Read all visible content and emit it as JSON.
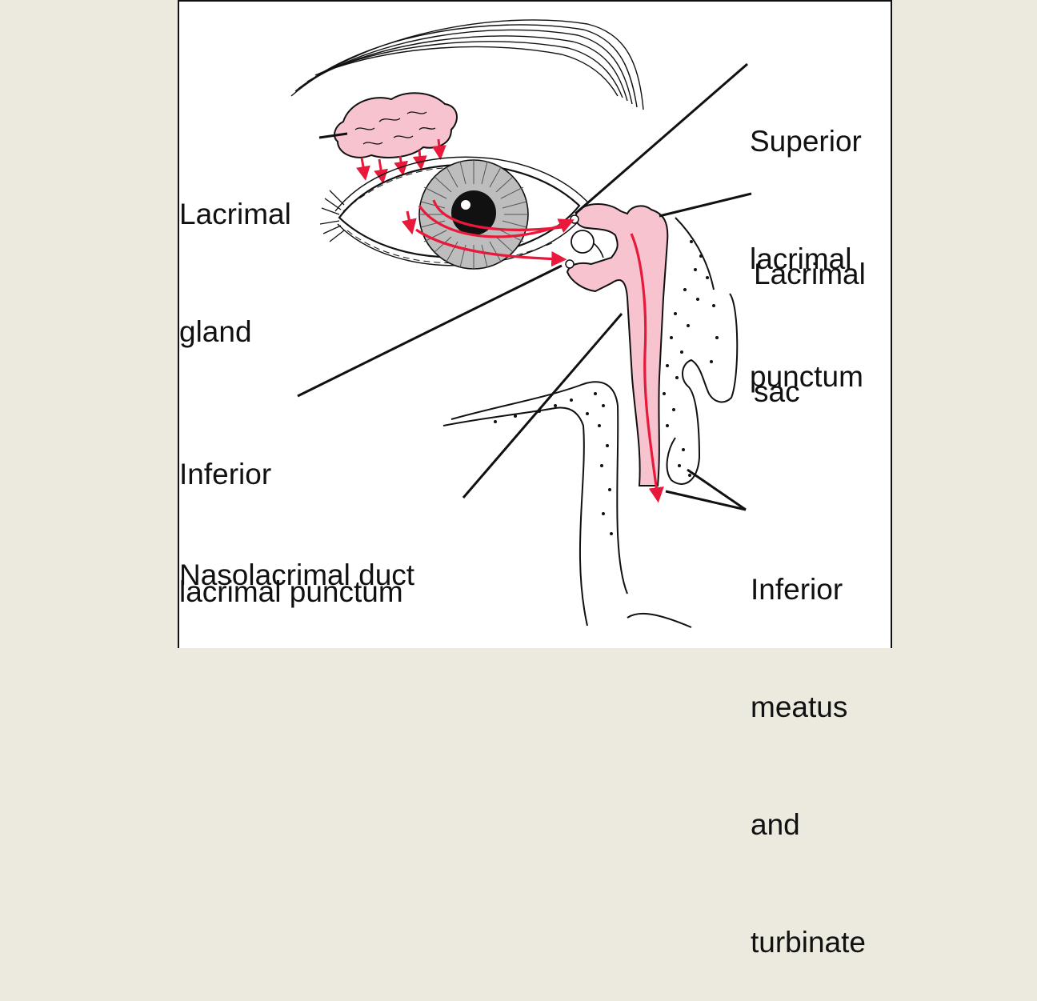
{
  "labels": {
    "lacrimal_gland": [
      "Lacrimal",
      "gland"
    ],
    "superior_punctum": [
      "Superior",
      "lacrimal",
      "punctum"
    ],
    "lacrimal_sac": [
      "Lacrimal",
      "sac"
    ],
    "inferior_punctum": [
      "Inferior",
      "lacrimal punctum"
    ],
    "nasolacrimal_duct": [
      "Nasolacrimal duct"
    ],
    "inferior_meatus": [
      "Inferior",
      "meatus",
      "and",
      "turbinate"
    ]
  },
  "colors": {
    "background": "#ece9df",
    "panel": "#ffffff",
    "outline": "#111111",
    "tissue_pink": "#f6c3cf",
    "tear_flow_red": "#e8193a",
    "iris_gray": "#bdbdbd"
  }
}
